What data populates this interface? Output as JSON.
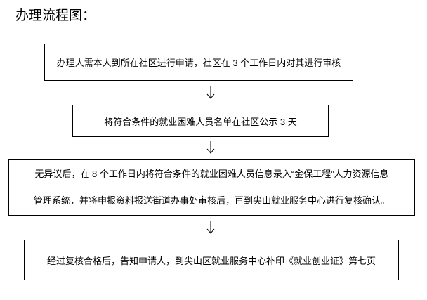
{
  "title": "办理流程图：",
  "steps": [
    {
      "text": "办理人需本人到所在社区进行申请，社区在 3 个工作日内对其进行审核"
    },
    {
      "text": "将符合条件的就业困难人员名单在社区公示 3 天"
    },
    {
      "line1": "无异议后，在 8 个工作日内将符合条件的就业困难人员信息录入“金保工程”人力资源信息",
      "line2": "管理系统，并将申报资料报送街道办事处审核后，再到尖山就业服务中心进行复核确认。"
    },
    {
      "text": "经过复核合格后，告知申请人，到尖山区就业服务中心补印《就业创业证》第七页"
    }
  ]
}
